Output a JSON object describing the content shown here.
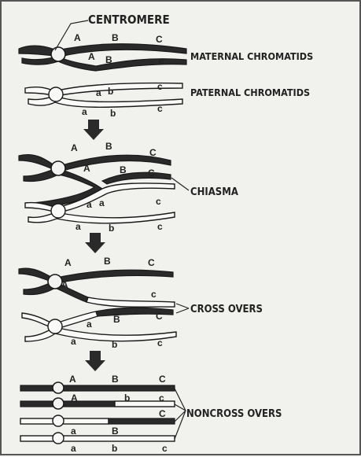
{
  "labels": {
    "centromere": "CENTROMERE",
    "maternal": "MATERNAL CHROMATIDS",
    "paternal": "PATERNAL CHROMATIDS",
    "chiasma": "CHIASMA",
    "crossovers": "CROSS OVERS",
    "noncrossovers": "NONCROSS OVERS"
  },
  "genes": {
    "A": "A",
    "B": "B",
    "C": "C",
    "a": "a",
    "b": "b",
    "c": "c"
  }
}
